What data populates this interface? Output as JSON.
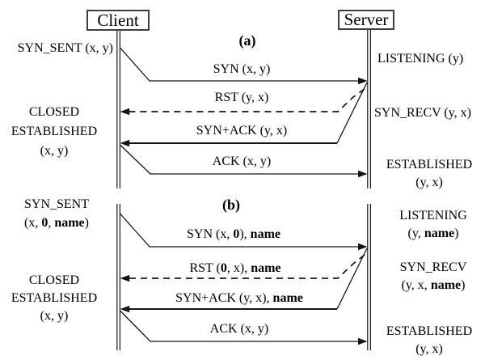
{
  "header": {
    "client": "Client",
    "server": "Server"
  },
  "part_a": {
    "label": "(a)",
    "messages": {
      "syn": "SYN (x, y)",
      "rst": "RST (y, x)",
      "synack": "SYN+ACK (y, x)",
      "ack": "ACK (x, y)"
    },
    "client_states": {
      "syn_sent": "SYN_SENT (x, y)",
      "closed": "CLOSED",
      "established": "ESTABLISHED",
      "established_params": "(x, y)"
    },
    "server_states": {
      "listening": "LISTENING (y)",
      "syn_recv": "SYN_RECV (y, x)",
      "established": "ESTABLISHED",
      "established_params": "(y, x)"
    }
  },
  "part_b": {
    "label": "(b)",
    "messages": {
      "syn": [
        {
          "t": "SYN (x, "
        },
        {
          "t": "0",
          "b": true
        },
        {
          "t": "), "
        },
        {
          "t": "name",
          "b": true
        }
      ],
      "rst": [
        {
          "t": "RST ("
        },
        {
          "t": "0",
          "b": true
        },
        {
          "t": ", x), "
        },
        {
          "t": "name",
          "b": true
        }
      ],
      "synack": [
        {
          "t": "SYN+ACK (y, x), "
        },
        {
          "t": "name",
          "b": true
        }
      ],
      "ack": "ACK (x, y)"
    },
    "client_states": {
      "syn_sent_line1": "SYN_SENT",
      "syn_sent_line2": [
        {
          "t": "(x, "
        },
        {
          "t": "0",
          "b": true
        },
        {
          "t": ", "
        },
        {
          "t": "name",
          "b": true
        },
        {
          "t": ")"
        }
      ],
      "closed": "CLOSED",
      "established": "ESTABLISHED",
      "established_params": "(x, y)"
    },
    "server_states": {
      "listening_line1": "LISTENING",
      "listening_line2": [
        {
          "t": "(y, "
        },
        {
          "t": "name",
          "b": true
        },
        {
          "t": ")"
        }
      ],
      "syn_recv_line1": "SYN_RECV",
      "syn_recv_line2": [
        {
          "t": "(y, x, "
        },
        {
          "t": "name",
          "b": true
        },
        {
          "t": ")"
        }
      ],
      "established": "ESTABLISHED",
      "established_params": "(y, x)"
    }
  },
  "colors": {
    "ink": "#000000",
    "background": "#ffffff",
    "box_border": "#3d3d3d"
  }
}
